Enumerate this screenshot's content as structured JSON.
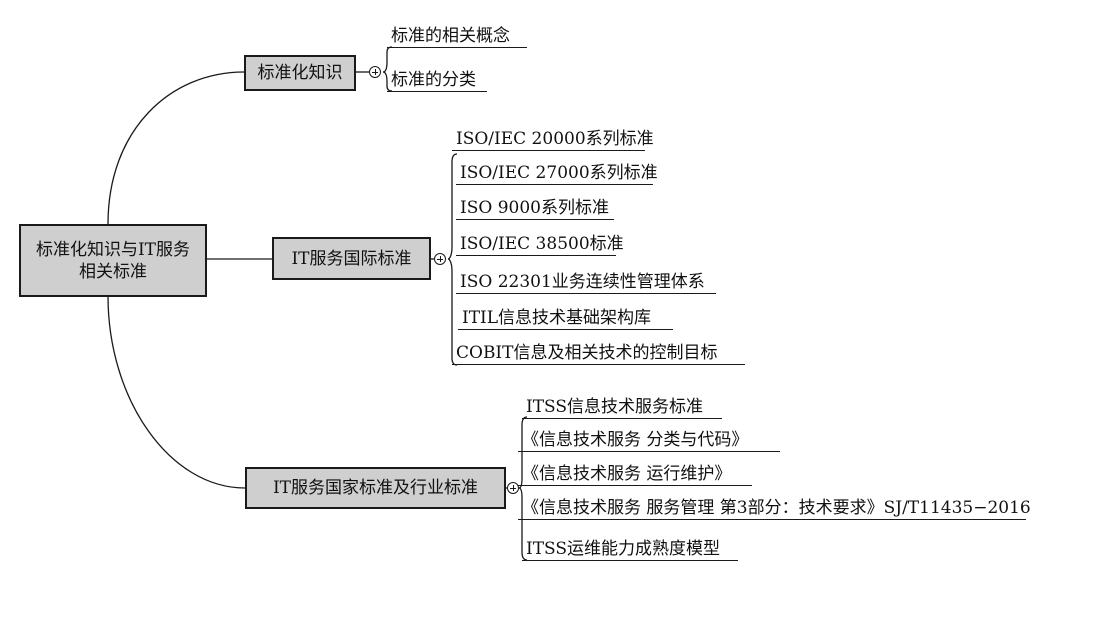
{
  "root": {
    "line1": "标准化知识与IT服务",
    "line2": "相关标准"
  },
  "branches": [
    {
      "label": "标准化知识",
      "children": [
        "标准的相关概念",
        "标准的分类"
      ]
    },
    {
      "label": "IT服务国际标准",
      "children": [
        "ISO/IEC 20000系列标准",
        "ISO/IEC 27000系列标准",
        "ISO 9000系列标准",
        "ISO/IEC 38500标准",
        "ISO 22301业务连续性管理体系",
        "ITIL信息技术基础架构库",
        "COBIT信息及相关技术的控制目标"
      ]
    },
    {
      "label": "IT服务国家标准及行业标准",
      "children": [
        "ITSS信息技术服务标准",
        "《信息技术服务  分类与代码》",
        "《信息技术服务  运行维护》",
        "《信息技术服务 服务管理 第3部分：技术要求》SJ/T11435−2016",
        "ITSS运维能力成熟度模型"
      ]
    }
  ],
  "icons": {
    "collapse_toggle": "expand-plus-icon"
  },
  "colors": {
    "node_fill": "#cfcfcf",
    "line": "#1a1a1a",
    "background": "#ffffff"
  }
}
